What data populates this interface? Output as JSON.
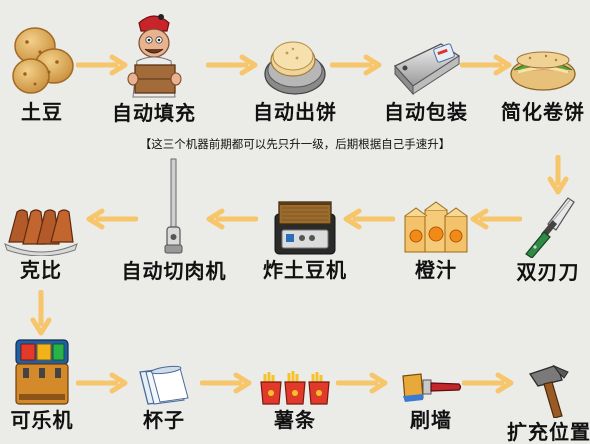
{
  "flow": {
    "row1": [
      {
        "label": "土豆",
        "icon": "potato-icon"
      },
      {
        "label": "自动填充",
        "icon": "chef-with-box-icon"
      },
      {
        "label": "自动出饼",
        "icon": "flatbread-stack-icon"
      },
      {
        "label": "自动包装",
        "icon": "wrapping-machine-icon"
      },
      {
        "label": "简化卷饼",
        "icon": "burrito-icon"
      }
    ],
    "note": "【这三个机器前期都可以先只升一级，后期根据自己手速升】",
    "row2": [
      {
        "label": "克比",
        "icon": "kebbeh-icon"
      },
      {
        "label": "自动切肉机",
        "icon": "meat-slicer-pole-icon"
      },
      {
        "label": "炸土豆机",
        "icon": "deep-fryer-icon"
      },
      {
        "label": "橙汁",
        "icon": "orange-juice-boxes-icon"
      },
      {
        "label": "双刃刀",
        "icon": "double-blade-knife-icon"
      }
    ],
    "row3": [
      {
        "label": "可乐机",
        "icon": "soda-machine-icon"
      },
      {
        "label": "杯子",
        "icon": "plastic-cups-icon"
      },
      {
        "label": "薯条",
        "icon": "french-fries-icon"
      },
      {
        "label": "刷墙",
        "icon": "paint-brush-icon"
      },
      {
        "label": "扩充位置",
        "icon": "hammer-icon"
      }
    ]
  },
  "colors": {
    "arrow": "#f7c56a",
    "background": "#ebebe8"
  }
}
